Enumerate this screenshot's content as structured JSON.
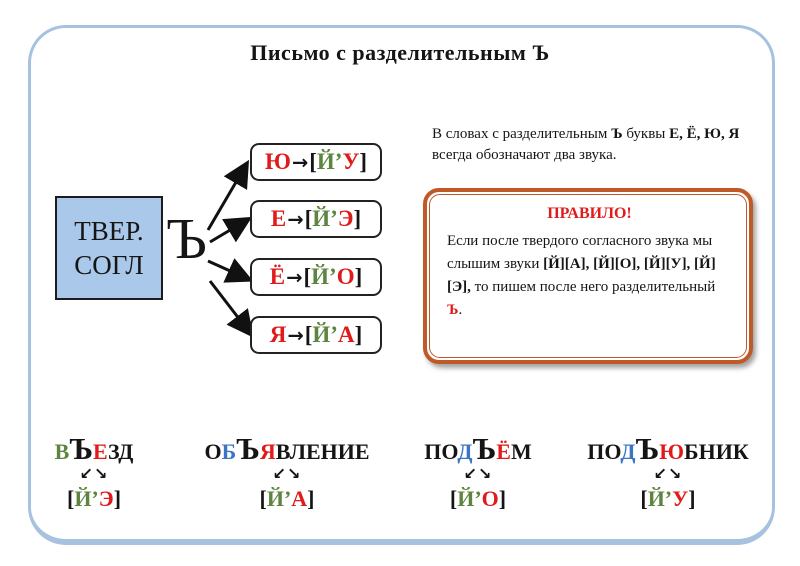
{
  "palette": {
    "ink": "#151515",
    "red": "#df1b1b",
    "green": "#5e8540",
    "blue": "#3b76c4",
    "boxFill": "#aac8e9",
    "frame": "#a6c2de",
    "rule": "#bf5a28"
  },
  "title": "Письмо с разделительным Ъ",
  "diagram": {
    "consonant_box": {
      "line1": "ТВЕР.",
      "line2": "СОГЛ"
    },
    "hard_sign": "Ъ",
    "mappings": [
      {
        "segments": [
          {
            "text": "Ю",
            "color": "red"
          },
          {
            "text": "→",
            "color": "ink",
            "glyph": true
          },
          {
            "text": "[",
            "color": "ink"
          },
          {
            "text": "Й’",
            "color": "green"
          },
          {
            "text": "У",
            "color": "red"
          },
          {
            "text": "]",
            "color": "ink"
          }
        ]
      },
      {
        "segments": [
          {
            "text": "Е",
            "color": "red"
          },
          {
            "text": "→",
            "color": "ink",
            "glyph": true
          },
          {
            "text": "[",
            "color": "ink"
          },
          {
            "text": "Й’",
            "color": "green"
          },
          {
            "text": "Э",
            "color": "red"
          },
          {
            "text": "]",
            "color": "ink"
          }
        ]
      },
      {
        "segments": [
          {
            "text": "Ё",
            "color": "red"
          },
          {
            "text": "→",
            "color": "ink",
            "glyph": true
          },
          {
            "text": "[",
            "color": "ink"
          },
          {
            "text": "Й’",
            "color": "green"
          },
          {
            "text": "О",
            "color": "red"
          },
          {
            "text": "]",
            "color": "ink"
          }
        ]
      },
      {
        "segments": [
          {
            "text": "Я",
            "color": "red"
          },
          {
            "text": "→",
            "color": "ink",
            "glyph": true
          },
          {
            "text": "[",
            "color": "ink"
          },
          {
            "text": "Й’",
            "color": "green"
          },
          {
            "text": "А",
            "color": "red"
          },
          {
            "text": "]",
            "color": "ink"
          }
        ]
      }
    ]
  },
  "intro": {
    "segments": [
      {
        "text": "В словах с разделительным "
      },
      {
        "text": "Ъ",
        "bold": true
      },
      {
        "text": " буквы "
      },
      {
        "text": "Е, Ё, Ю, Я",
        "bold": true
      },
      {
        "text": " всегда обозначают два звука."
      }
    ]
  },
  "rule": {
    "heading": "ПРАВИЛО!",
    "segments": [
      {
        "text": "Если после твердого согласного звука мы слышим звуки "
      },
      {
        "text": "[Й][А], [Й][О], [Й][У], [Й][Э],",
        "bold": true
      },
      {
        "text": " то пишем после него разделительный "
      },
      {
        "text": "Ъ",
        "bold": true,
        "color": "red"
      },
      {
        "text": "."
      }
    ]
  },
  "examples": [
    {
      "word_segments": [
        {
          "text": "в",
          "color": "green"
        },
        {
          "text": "ъ",
          "color": "ink",
          "big": true
        },
        {
          "text": "е",
          "color": "red"
        },
        {
          "text": "зд",
          "color": "ink"
        }
      ],
      "split_arrows": "↙↘",
      "transcription_segments": [
        {
          "text": "[",
          "color": "ink"
        },
        {
          "text": "Й’",
          "color": "green"
        },
        {
          "text": "Э",
          "color": "red"
        },
        {
          "text": "]",
          "color": "ink"
        }
      ]
    },
    {
      "word_segments": [
        {
          "text": "о",
          "color": "ink"
        },
        {
          "text": "б",
          "color": "blue"
        },
        {
          "text": "ъ",
          "color": "ink",
          "big": true
        },
        {
          "text": "я",
          "color": "red"
        },
        {
          "text": "вление",
          "color": "ink"
        }
      ],
      "split_arrows": "↙↘",
      "transcription_segments": [
        {
          "text": "[",
          "color": "ink"
        },
        {
          "text": "Й’",
          "color": "green"
        },
        {
          "text": "А",
          "color": "red"
        },
        {
          "text": "]",
          "color": "ink"
        }
      ]
    },
    {
      "word_segments": [
        {
          "text": "по",
          "color": "ink"
        },
        {
          "text": "д",
          "color": "blue"
        },
        {
          "text": "ъ",
          "color": "ink",
          "big": true
        },
        {
          "text": "ё",
          "color": "red"
        },
        {
          "text": "м",
          "color": "ink"
        }
      ],
      "split_arrows": "↙↘",
      "transcription_segments": [
        {
          "text": "[",
          "color": "ink"
        },
        {
          "text": "Й’",
          "color": "green"
        },
        {
          "text": "О",
          "color": "red"
        },
        {
          "text": "]",
          "color": "ink"
        }
      ]
    },
    {
      "word_segments": [
        {
          "text": "по",
          "color": "ink"
        },
        {
          "text": "д",
          "color": "blue"
        },
        {
          "text": "ъ",
          "color": "ink",
          "big": true
        },
        {
          "text": "ю",
          "color": "red"
        },
        {
          "text": "бник",
          "color": "ink"
        }
      ],
      "split_arrows": "↙↘",
      "transcription_segments": [
        {
          "text": "[",
          "color": "ink"
        },
        {
          "text": "Й’",
          "color": "green"
        },
        {
          "text": "У",
          "color": "red"
        },
        {
          "text": "]",
          "color": "ink"
        }
      ]
    }
  ]
}
